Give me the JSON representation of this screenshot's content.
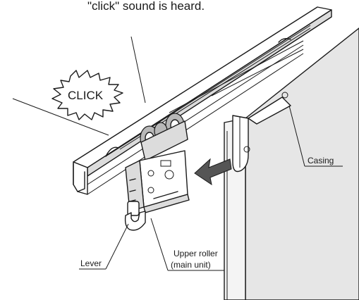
{
  "caption": "\"click\" sound is heard.",
  "sound_effect": "CLICK",
  "labels": {
    "casing": "Casing",
    "lever": "Lever",
    "upper_roller_line1": "Upper roller",
    "upper_roller_line2": "(main unit)"
  },
  "colors": {
    "ink": "#1a1a1a",
    "door": "#e6e6e6",
    "arrow": "#555555"
  },
  "icons": {
    "direction": "arrow-left-icon"
  }
}
